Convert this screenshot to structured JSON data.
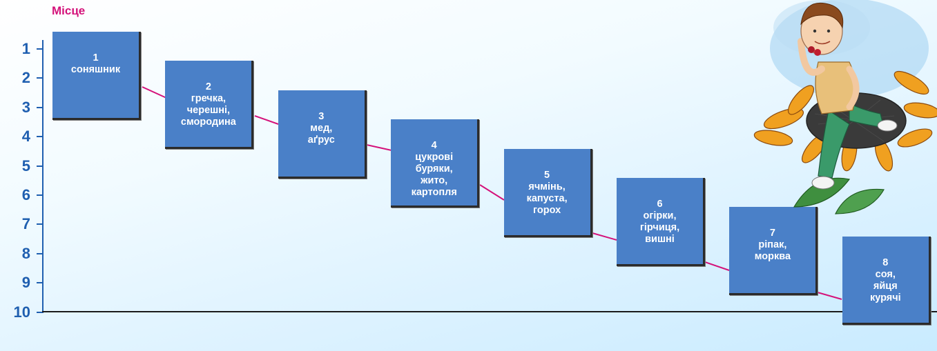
{
  "axis": {
    "title": "Місце",
    "ranks": [
      "1",
      "2",
      "3",
      "4",
      "5",
      "6",
      "7",
      "8",
      "9",
      "10"
    ]
  },
  "places": [
    {
      "number": "1",
      "items": [
        "соняшник"
      ]
    },
    {
      "number": "2",
      "items": [
        "гречка,",
        "черешні,",
        "смородина"
      ]
    },
    {
      "number": "3",
      "items": [
        "мед,",
        "аґрус"
      ]
    },
    {
      "number": "4",
      "items": [
        "цукрові",
        "буряки,",
        "жито,",
        "картопля"
      ]
    },
    {
      "number": "5",
      "items": [
        "ячмінь,",
        "капуста,",
        "горох"
      ]
    },
    {
      "number": "6",
      "items": [
        "огірки,",
        "гірчиця,",
        "вишні"
      ]
    },
    {
      "number": "7",
      "items": [
        "ріпак,",
        "морква"
      ]
    },
    {
      "number": "8",
      "items": [
        "соя,",
        "яйця",
        "курячі"
      ]
    }
  ],
  "colors": {
    "box": "#4a80c8",
    "connector": "#d4127a",
    "axis_title": "#d4127a",
    "rank_numbers": "#1f5fb0"
  },
  "illustration": {
    "icon": "boy-on-sunflower-illustration"
  }
}
